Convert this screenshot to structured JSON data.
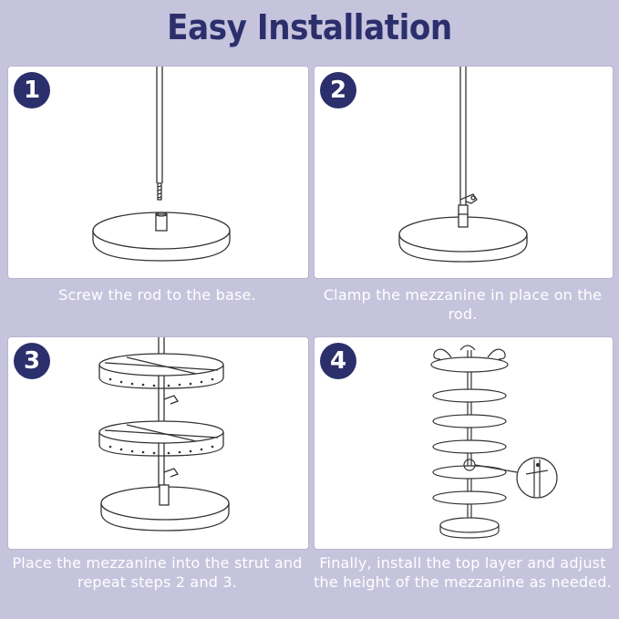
{
  "title": "Easy Installation",
  "steps": [
    {
      "number": "1",
      "caption": "Screw the rod to the base."
    },
    {
      "number": "2",
      "caption": "Clamp the mezzanine in place on the rod."
    },
    {
      "number": "3",
      "caption": "Place the mezzanine into the strut and repeat steps 2 and 3."
    },
    {
      "number": "4",
      "caption": "Finally, install the top layer and adjust the height of the mezzanine as needed."
    }
  ],
  "colors": {
    "background": "#c6c4dd",
    "accent": "#2b2f6c",
    "panel": "#ffffff",
    "caption": "#ffffff"
  }
}
